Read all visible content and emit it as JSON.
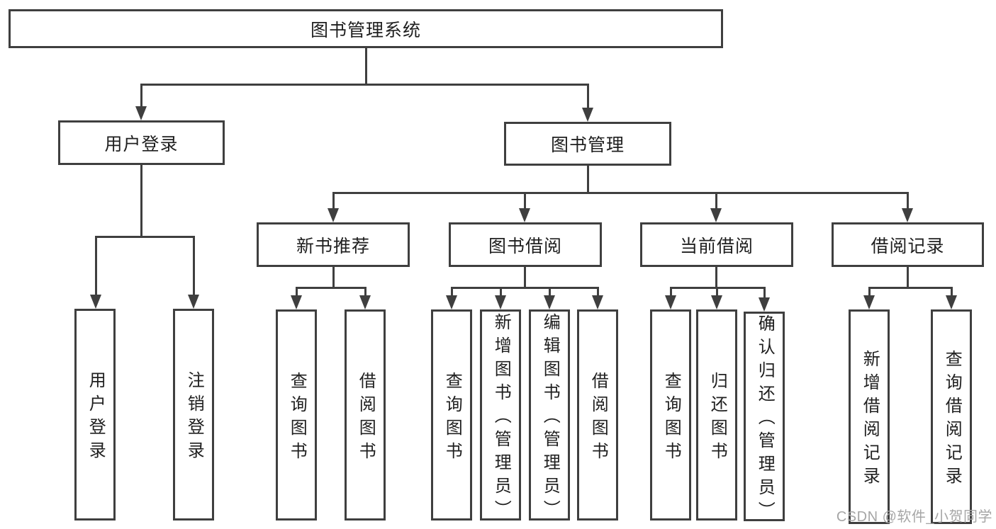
{
  "colors": {
    "line": "#3f3f3f",
    "text": "#1f1f1f",
    "background": "#ffffff",
    "watermark_color": "#a6a6a6"
  },
  "tree": {
    "root": {
      "label": "图书管理系统"
    },
    "branches": [
      {
        "label": "用户登录",
        "children": [
          {
            "label": "用户登录"
          },
          {
            "label": "注销登录"
          }
        ]
      },
      {
        "label": "图书管理",
        "children": [
          {
            "label": "新书推荐",
            "children": [
              {
                "label": "查询图书"
              },
              {
                "label": "借阅图书"
              }
            ]
          },
          {
            "label": "图书借阅",
            "children": [
              {
                "label": "查询图书"
              },
              {
                "label": "新增图书（管理员）"
              },
              {
                "label": "编辑图书（管理员）"
              },
              {
                "label": "借阅图书"
              }
            ]
          },
          {
            "label": "当前借阅",
            "children": [
              {
                "label": "查询图书"
              },
              {
                "label": "归还图书"
              },
              {
                "label": "确认归还（管理员）"
              }
            ]
          },
          {
            "label": "借阅记录",
            "children": [
              {
                "label": "新增借阅记录"
              },
              {
                "label": "查询借阅记录"
              }
            ]
          }
        ]
      }
    ]
  },
  "watermark": {
    "text": "CSDN @软件_小贺同学"
  }
}
